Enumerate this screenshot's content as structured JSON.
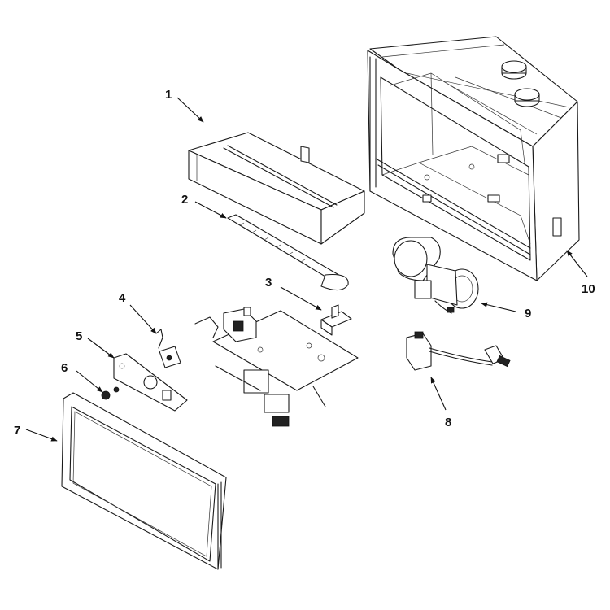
{
  "diagram": {
    "colors": {
      "line": "#1a1a1a",
      "background": "#ffffff"
    },
    "callouts": [
      "1",
      "2",
      "3",
      "4",
      "5",
      "6",
      "7",
      "8",
      "9",
      "10"
    ]
  }
}
